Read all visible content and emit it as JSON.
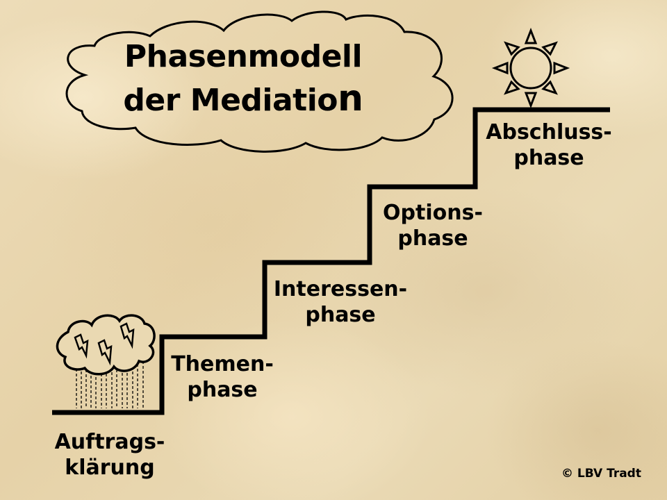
{
  "slide": {
    "title_line1": "Phasenmodell",
    "title_line2_main": "der Mediatio",
    "title_line2_last": "n",
    "copyright": "© LBV Tradt"
  },
  "steps": [
    {
      "line1": "Auftrags-",
      "line2": "klärung"
    },
    {
      "line1": "Themen-",
      "line2": "phase"
    },
    {
      "line1": "Interessen-",
      "line2": "phase"
    },
    {
      "line1": "Options-",
      "line2": "phase"
    },
    {
      "line1": "Abschluss-",
      "line2": "phase"
    }
  ],
  "icons": {
    "start": "storm-cloud-icon",
    "end": "sun-icon"
  },
  "colors": {
    "background": "#e9d9b4",
    "ink": "#000000"
  }
}
